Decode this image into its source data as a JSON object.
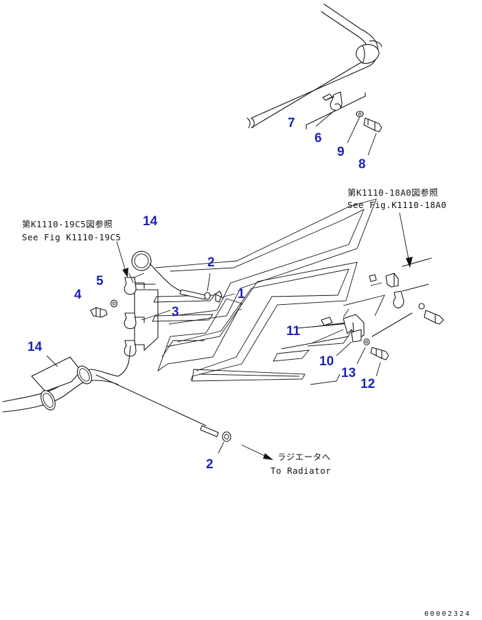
{
  "references": {
    "left_jp": "第K1110-19C5図参照",
    "left_en": "See Fig K1110-19C5",
    "right_jp": "第K1110-18A0図参照",
    "right_en": "See Fig.K1110-18A0",
    "radiator_jp": "ラジエータへ",
    "radiator_en": "To Radiator"
  },
  "callouts": [
    {
      "id": "c7",
      "label": "7"
    },
    {
      "id": "c6",
      "label": "6"
    },
    {
      "id": "c9",
      "label": "9"
    },
    {
      "id": "c8",
      "label": "8"
    },
    {
      "id": "c14a",
      "label": "14"
    },
    {
      "id": "c2a",
      "label": "2"
    },
    {
      "id": "c5",
      "label": "5"
    },
    {
      "id": "c4",
      "label": "4"
    },
    {
      "id": "c1",
      "label": "1"
    },
    {
      "id": "c3",
      "label": "3"
    },
    {
      "id": "c14b",
      "label": "14"
    },
    {
      "id": "c11",
      "label": "11"
    },
    {
      "id": "c10",
      "label": "10"
    },
    {
      "id": "c13",
      "label": "13"
    },
    {
      "id": "c12",
      "label": "12"
    },
    {
      "id": "c2b",
      "label": "2"
    }
  ],
  "drawing_code": "00002324",
  "callout_color": "#1c22b8"
}
